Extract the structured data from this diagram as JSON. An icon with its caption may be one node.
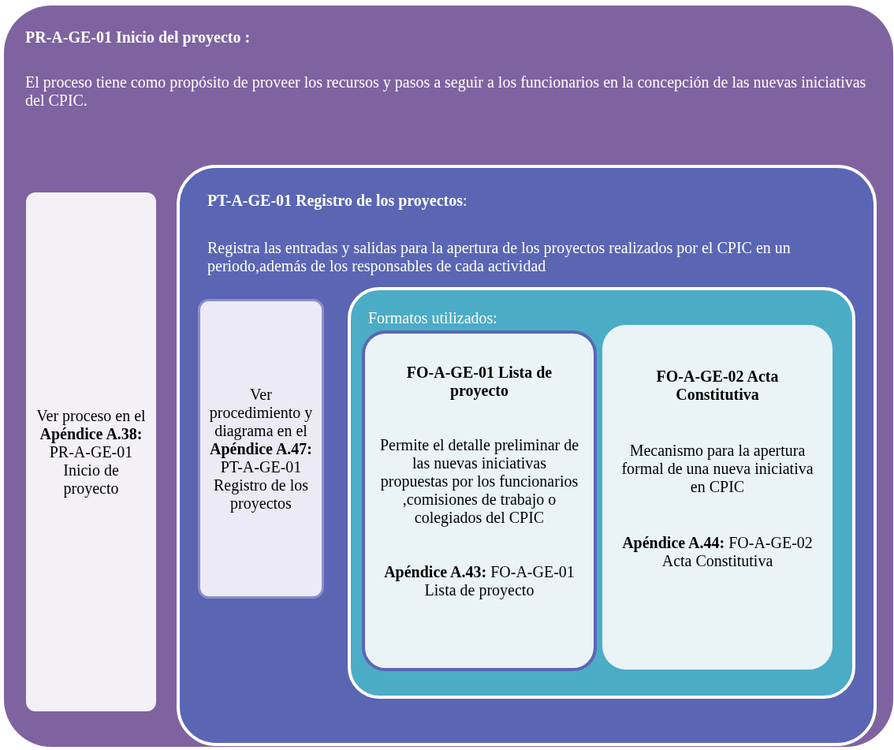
{
  "diagram": {
    "nodes": [
      {
        "text": [
          "PR-A-GE-01 Inicio del proyecto :",
          "El proceso tiene como propósito de proveer los recursos y pasos a seguir a los funcionarios en la concepción de las nuevas iniciativas del CPIC."
        ]
      },
      {
        "text": [
          "Ver proceso en el **Apéndice A.38:** PR-A-GE-01 Inicio de proyecto"
        ],
        "in": 0
      },
      {
        "text": [
          "**PT-A-GE-01 Registro de los proyectos**:",
          "Registra las entradas y salidas para la apertura de los proyectos realizados por el CPIC en un periodo,además de los responsables de cada actividad"
        ],
        "in": 0
      },
      {
        "text": [
          "Ver procedimiento y diagrama en el **Apéndice A.47:** PT-A-GE-01 Registro de los proyectos"
        ],
        "in": 2
      },
      {
        "text": [
          "Formatos utilizados:"
        ],
        "in": 2
      },
      {
        "text": [
          "FO-A-GE-01 Lista de proyecto",
          "Permite el detalle preliminar de las nuevas iniciativas propuestas por los funcionarios ,comisiones de trabajo o colegiados del CPIC",
          "**Apéndice A.43:** FO-A-GE-01 Lista de proyecto"
        ],
        "in": 4
      },
      {
        "text": [
          "FO-A-GE-02 Acta Constitutiva",
          "Mecanismo para la apertura formal de una nueva iniciativa en CPIC",
          "**Apéndice A.44:** FO-A-GE-02 Acta Constitutiva"
        ],
        "in": 4
      }
    ]
  }
}
